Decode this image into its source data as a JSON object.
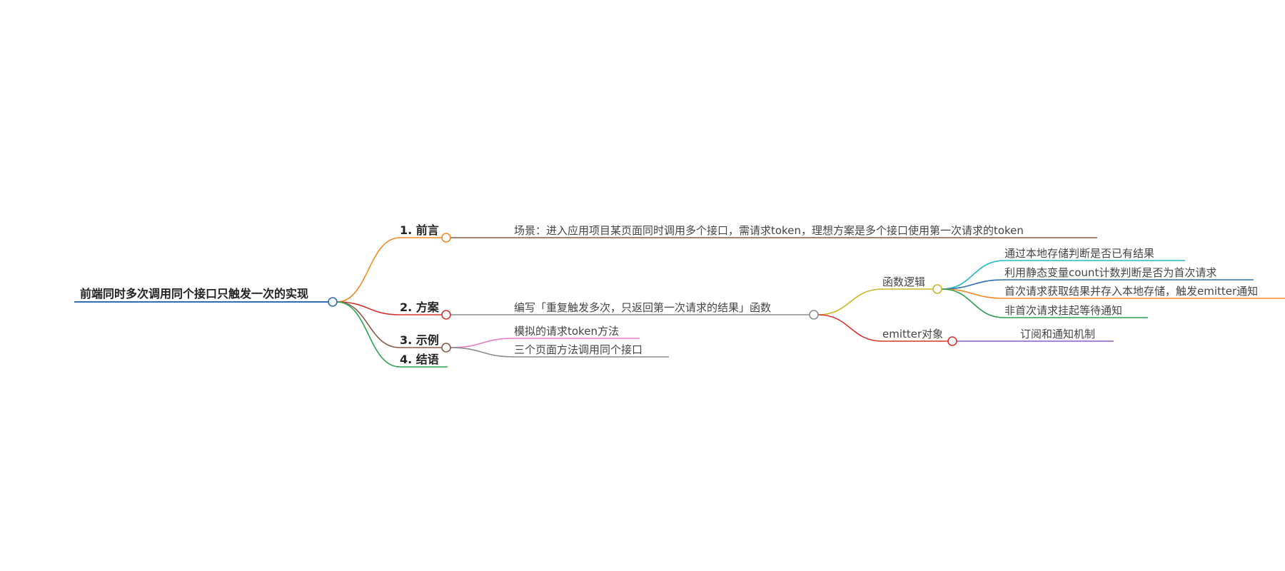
{
  "mindmap": {
    "root": "前端同时多次调用同个接口只触发一次的实现",
    "branches": [
      {
        "label": "1. 前言",
        "children": [
          "场景：进入应用项目某页面同时调用多个接口，需请求token，理想方案是多个接口使用第一次请求的token"
        ]
      },
      {
        "label": "2. 方案",
        "child": "编写「重复触发多次，只返回第一次请求的结果」函数",
        "subtopics": [
          {
            "label": "函数逻辑",
            "children": [
              "通过本地存储判断是否已有结果",
              "利用静态变量count计数判断是否为首次请求",
              "首次请求获取结果并存入本地存储，触发emitter通知",
              "非首次请求挂起等待通知"
            ]
          },
          {
            "label": "emitter对象",
            "children": [
              "订阅和通知机制"
            ]
          }
        ]
      },
      {
        "label": "3. 示例",
        "children": [
          "模拟的请求token方法",
          "三个页面方法调用同个接口"
        ]
      },
      {
        "label": "4. 结语",
        "children": []
      }
    ]
  },
  "colors": {
    "root": "#2f6db5",
    "branch_1": "#f08a24",
    "branch_2": "#d9332f",
    "branch_3": "#8a5a4a",
    "branch_4": "#2ea44f",
    "leaf_gray": "#8c8c8c",
    "leaf_pink": "#e87bc4",
    "sub_olive": "#c8b62a",
    "sub_red": "#d9332f",
    "cyan": "#27b7c9",
    "blue": "#2a6fb3",
    "orange": "#f08a24",
    "green": "#2ea44f",
    "purple": "#8e5bd0"
  }
}
